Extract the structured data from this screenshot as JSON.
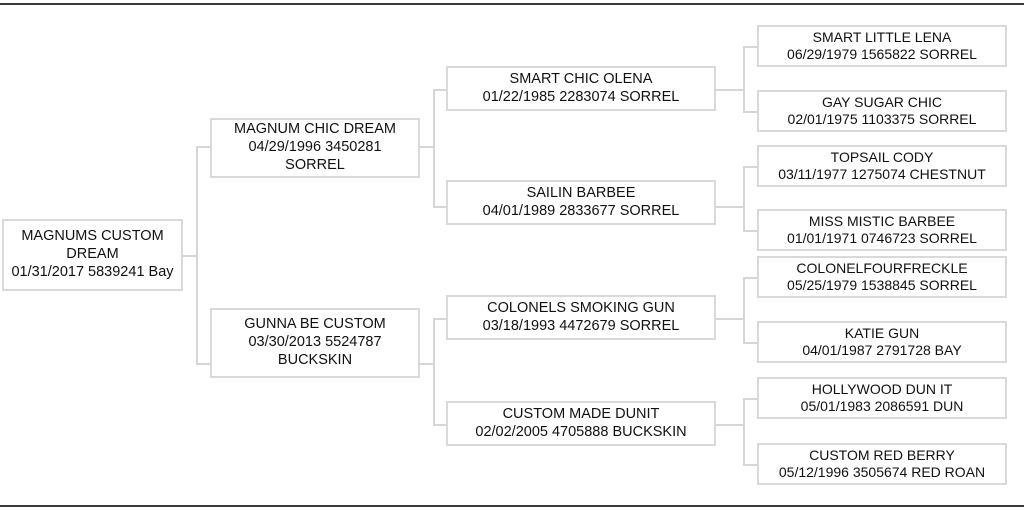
{
  "document": {
    "type": "pedigree-chart",
    "title": "MAGNUMS CUSTOM DREAM pedigree",
    "generations": 4,
    "colors": {
      "box_border": "#d9d9d9",
      "connector": "#d6d6d6",
      "rule": "#3a3a3a",
      "text": "#111111",
      "background": "#ffffff"
    }
  },
  "pedigree": {
    "subject": {
      "name": "MAGNUMS CUSTOM\nDREAM",
      "details": "01/31/2017 5839241 Bay",
      "foaled": "01/31/2017",
      "registration": "5839241",
      "color": "Bay"
    },
    "generation1": [
      {
        "name": "MAGNUM CHIC DREAM",
        "details": "04/29/1996 3450281\nSORREL",
        "foaled": "04/29/1996",
        "registration": "3450281",
        "color": "SORREL"
      },
      {
        "name": "GUNNA BE CUSTOM",
        "details": "03/30/2013 5524787\nBUCKSKIN",
        "foaled": "03/30/2013",
        "registration": "5524787",
        "color": "BUCKSKIN"
      }
    ],
    "generation2": [
      {
        "name": "SMART CHIC OLENA",
        "details": "01/22/1985 2283074 SORREL",
        "foaled": "01/22/1985",
        "registration": "2283074",
        "color": "SORREL"
      },
      {
        "name": "SAILIN BARBEE",
        "details": "04/01/1989 2833677 SORREL",
        "foaled": "04/01/1989",
        "registration": "2833677",
        "color": "SORREL"
      },
      {
        "name": "COLONELS SMOKING GUN",
        "details": "03/18/1993 4472679 SORREL",
        "foaled": "03/18/1993",
        "registration": "4472679",
        "color": "SORREL"
      },
      {
        "name": "CUSTOM MADE DUNIT",
        "details": "02/02/2005 4705888 BUCKSKIN",
        "foaled": "02/02/2005",
        "registration": "4705888",
        "color": "BUCKSKIN"
      }
    ],
    "generation3": [
      {
        "name": "SMART LITTLE LENA",
        "details": "06/29/1979 1565822 SORREL",
        "foaled": "06/29/1979",
        "registration": "1565822",
        "color": "SORREL"
      },
      {
        "name": "GAY SUGAR CHIC",
        "details": "02/01/1975 1103375 SORREL",
        "foaled": "02/01/1975",
        "registration": "1103375",
        "color": "SORREL"
      },
      {
        "name": "TOPSAIL CODY",
        "details": "03/11/1977 1275074 CHESTNUT",
        "foaled": "03/11/1977",
        "registration": "1275074",
        "color": "CHESTNUT"
      },
      {
        "name": "MISS MISTIC BARBEE",
        "details": "01/01/1971 0746723 SORREL",
        "foaled": "01/01/1971",
        "registration": "0746723",
        "color": "SORREL"
      },
      {
        "name": "COLONELFOURFRECKLE",
        "details": "05/25/1979 1538845 SORREL",
        "foaled": "05/25/1979",
        "registration": "1538845",
        "color": "SORREL"
      },
      {
        "name": "KATIE GUN",
        "details": "04/01/1987 2791728 BAY",
        "foaled": "04/01/1987",
        "registration": "2791728",
        "color": "BAY"
      },
      {
        "name": "HOLLYWOOD DUN IT",
        "details": "05/01/1983 2086591 DUN",
        "foaled": "05/01/1983",
        "registration": "2086591",
        "color": "DUN"
      },
      {
        "name": "CUSTOM RED BERRY",
        "details": "05/12/1996 3505674 RED ROAN",
        "foaled": "05/12/1996",
        "registration": "3505674",
        "color": "RED ROAN"
      }
    ]
  }
}
